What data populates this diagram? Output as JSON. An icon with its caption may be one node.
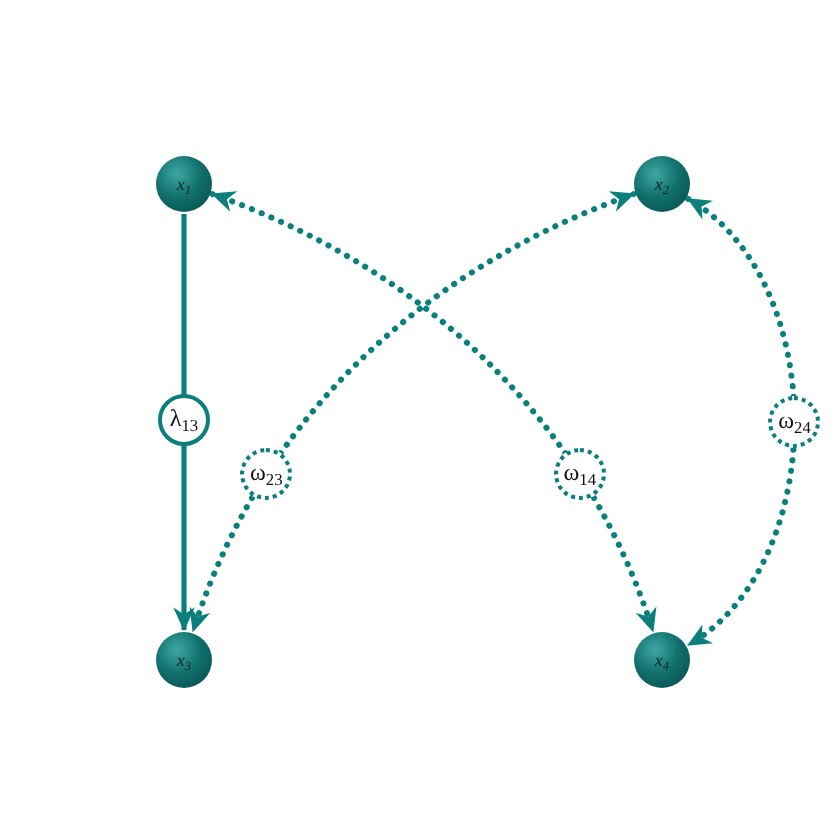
{
  "diagram": {
    "nodes": [
      {
        "text": [
          "x$_{1}$"
        ]
      },
      {
        "text": [
          "x$_{2}$"
        ]
      },
      {
        "text": [
          "x$_{3}$"
        ]
      },
      {
        "text": [
          "x$_{4}$"
        ]
      }
    ],
    "edges": [
      {
        "from": 0,
        "to": 2,
        "arrow": "to",
        "label": "λ$_{13}$"
      },
      {
        "from": 1,
        "to": 2,
        "arrow": "both",
        "label": "ω$_{23}$",
        "style": "dashed"
      },
      {
        "from": 0,
        "to": 3,
        "arrow": "both",
        "label": "ω$_{14}$",
        "style": "dashed"
      },
      {
        "from": 1,
        "to": 3,
        "arrow": "both",
        "label": "ω$_{24}$",
        "style": "dashed"
      }
    ]
  }
}
